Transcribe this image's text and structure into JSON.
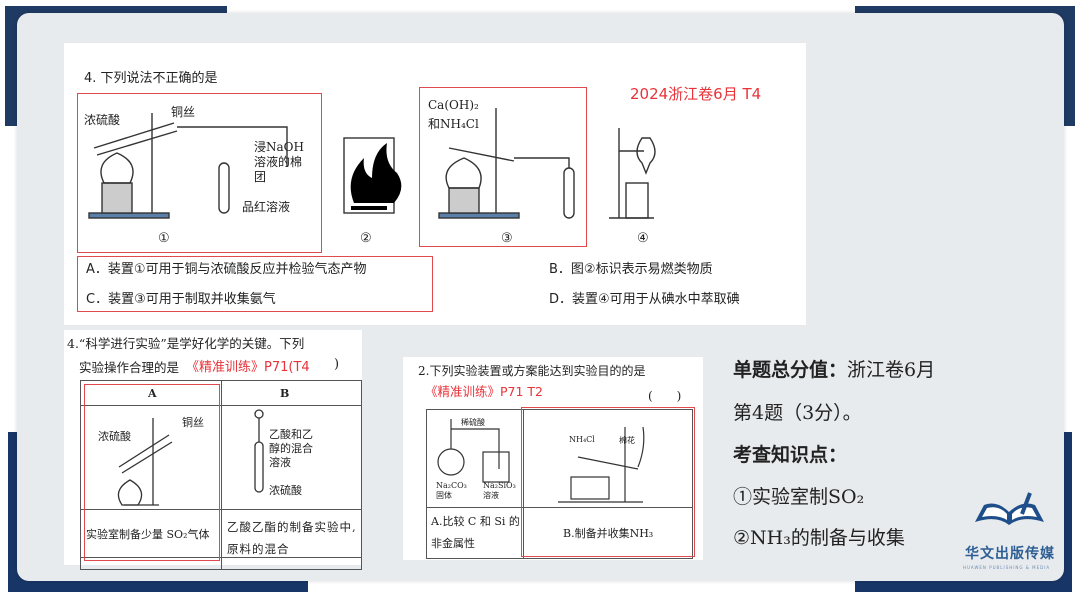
{
  "q1": {
    "title": "4. 下列说法不正确的是",
    "source": "2024浙江卷6月 T4",
    "labels": {
      "acid": "浓硫酸",
      "copper": "铜丝",
      "naoh": "浸NaOH溶液的棉团",
      "pinred": "品红溶液",
      "caoh": "Ca(OH)₂",
      "nh4cl": "和NH₄Cl"
    },
    "figs": [
      "①",
      "②",
      "③",
      "④"
    ],
    "options": {
      "A": "A．装置①可用于铜与浓硫酸反应并检验气态产物",
      "B": "B．图②标识表示易燃类物质",
      "C": "C．装置③可用于制取并收集氨气",
      "D": "D．装置④可用于从碘水中萃取碘"
    }
  },
  "q2": {
    "line1": "4.“科学进行实验”是学好化学的关键。下列",
    "line2": "实验操作合理的是",
    "source": "《精准训练》P71(T4",
    "paren": ")",
    "col_a": "A",
    "col_b": "B",
    "acid": "浓硫酸",
    "copper": "铜丝",
    "b_label": "乙酸和乙醇的混合溶液",
    "b_acid": "浓硫酸",
    "cell_a": "实验室制备少量 SO₂气体",
    "cell_b": "乙酸乙酯的制备实验中,原料的混合"
  },
  "q3": {
    "title": "2.下列实验装置或方案能达到实验目的的是",
    "source": "《精准训练》P71 T2",
    "paren": "(　　)",
    "dilute": "稀硫酸",
    "na2co3": "Na₂CO₃ 固体",
    "na2sio3": "Na₂SiO₃ 溶液",
    "nh4cl": "NH₄Cl",
    "cotton": "棉花",
    "cell_a": "A.比较 C 和 Si 的非金属性",
    "cell_b": "B.制备并收集NH₃"
  },
  "side": {
    "line1_b": "单题总分值：",
    "line1": "浙江卷6月",
    "line2": "第4题（3分）。",
    "line3": "考查知识点：",
    "line4": "①实验室制SO₂",
    "line5": "②NH₃的制备与收集"
  },
  "logo": {
    "cn": "华文出版传媒",
    "en": "HUAWEN PUBLISHING & MEDIA"
  }
}
